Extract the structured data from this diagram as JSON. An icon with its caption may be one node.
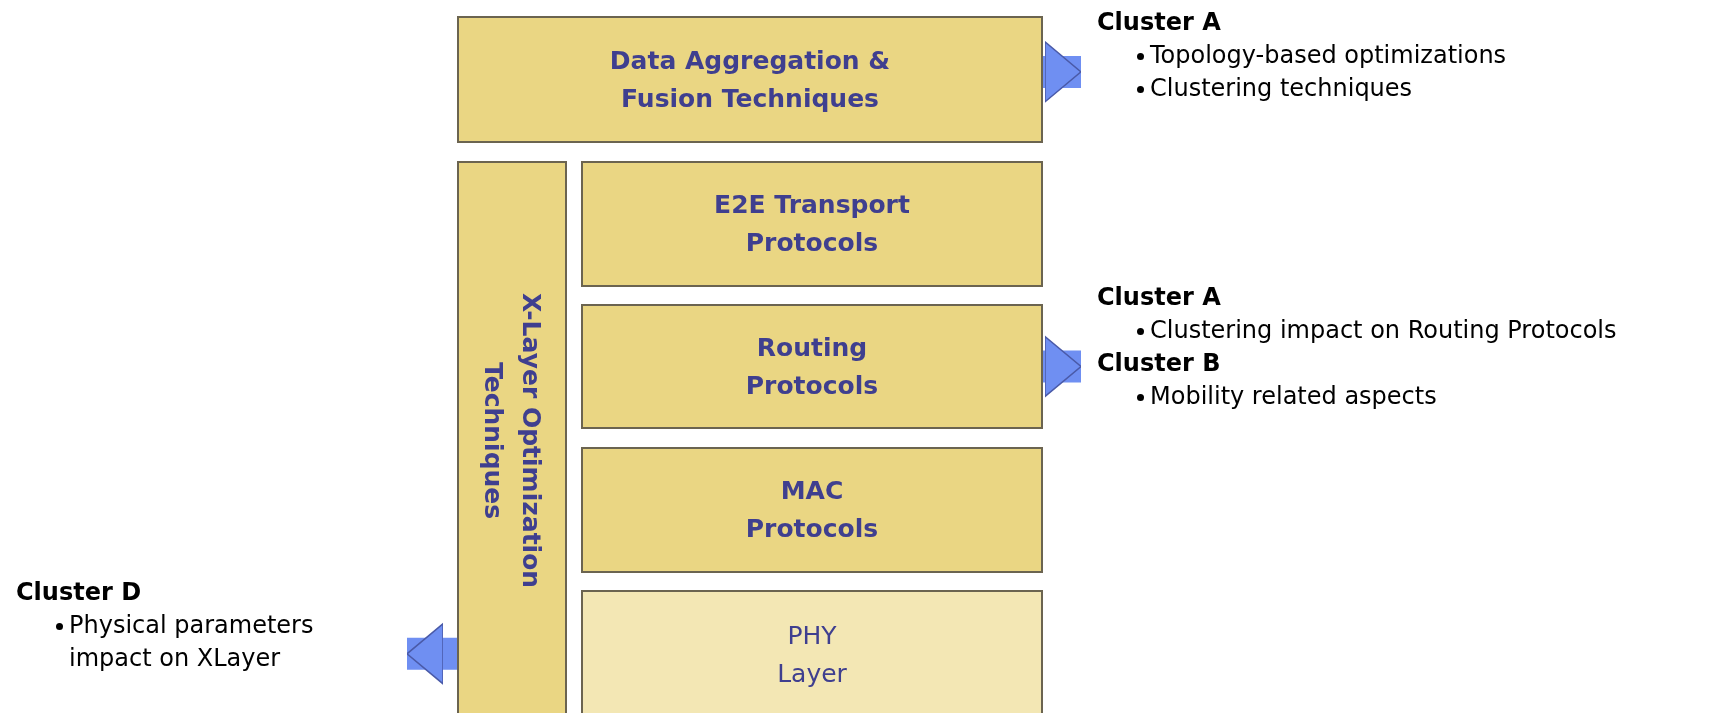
{
  "diagram": {
    "nodes": [
      {
        "text": [
          "Data Aggregation & Fusion Techniques"
        ]
      },
      {
        "text": [
          "X-Layer Optimization Techniques"
        ]
      },
      {
        "text": [
          "E2E Transport Protocols"
        ]
      },
      {
        "text": [
          "Routing Protocols"
        ]
      },
      {
        "text": [
          "MAC Protocols"
        ]
      },
      {
        "text": [
          "PHY Layer"
        ]
      },
      {
        "text": [
          "Cluster A",
          "Topology-based optimizations",
          "Clustering techniques"
        ]
      },
      {
        "text": [
          "Cluster A",
          "Clustering impact on Routing Protocols",
          "Cluster B",
          "Mobility related aspects"
        ]
      },
      {
        "text": [
          "Cluster D",
          "Physical parameters impact on XLayer"
        ]
      }
    ],
    "edges": [
      {
        "from": 0,
        "to": 6,
        "arrow": "to"
      },
      {
        "from": 3,
        "to": 7,
        "arrow": "to"
      },
      {
        "from": 1,
        "to": 8,
        "arrow": "to"
      }
    ]
  }
}
